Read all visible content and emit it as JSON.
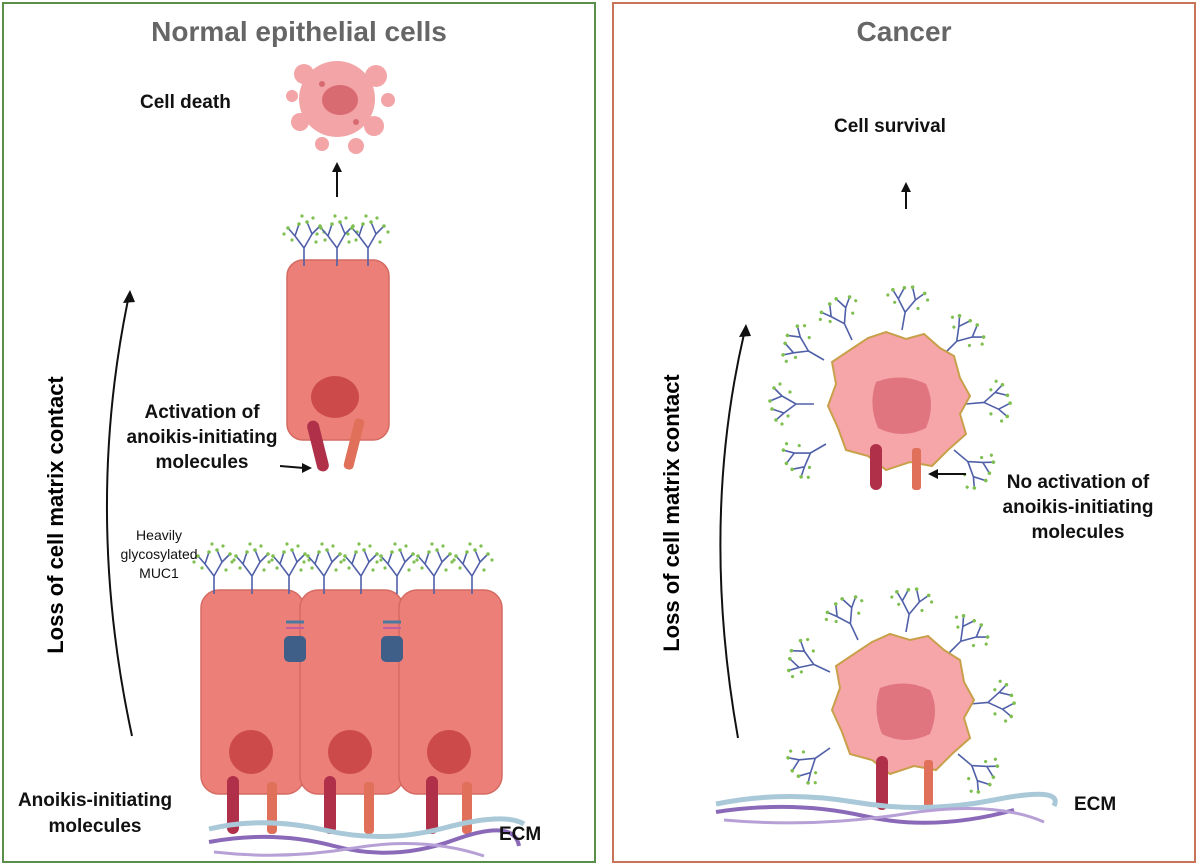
{
  "left_panel": {
    "title": "Normal epithelial cells",
    "cell_death": "Cell death",
    "activation_label": [
      "Activation of",
      "anoikis-initiating",
      "molecules"
    ],
    "muc1_label": [
      "Heavily",
      "glycosylated",
      "MUC1"
    ],
    "anoikis_label": [
      "Anoikis-initiating",
      "molecules"
    ],
    "ecm": "ECM",
    "side_label": "Loss of cell matrix contact"
  },
  "right_panel": {
    "title": "Cancer",
    "cell_survival": "Cell survival",
    "no_activation_label": [
      "No activation of",
      "anoikis-initiating",
      "molecules"
    ],
    "ecm": "ECM",
    "side_label": "Loss of cell matrix contact"
  },
  "colors": {
    "left_border": "#5a8f4a",
    "right_border": "#c9745a",
    "cell_fill": "#ec8078",
    "nucleus": "#cc4a4a",
    "cancer_fill": "#f6a5a8",
    "molecule_dark": "#b0304a",
    "molecule_light": "#e0705a",
    "glycan_stem": "#5060a8",
    "glycan_dot": "#7fbf50"
  }
}
